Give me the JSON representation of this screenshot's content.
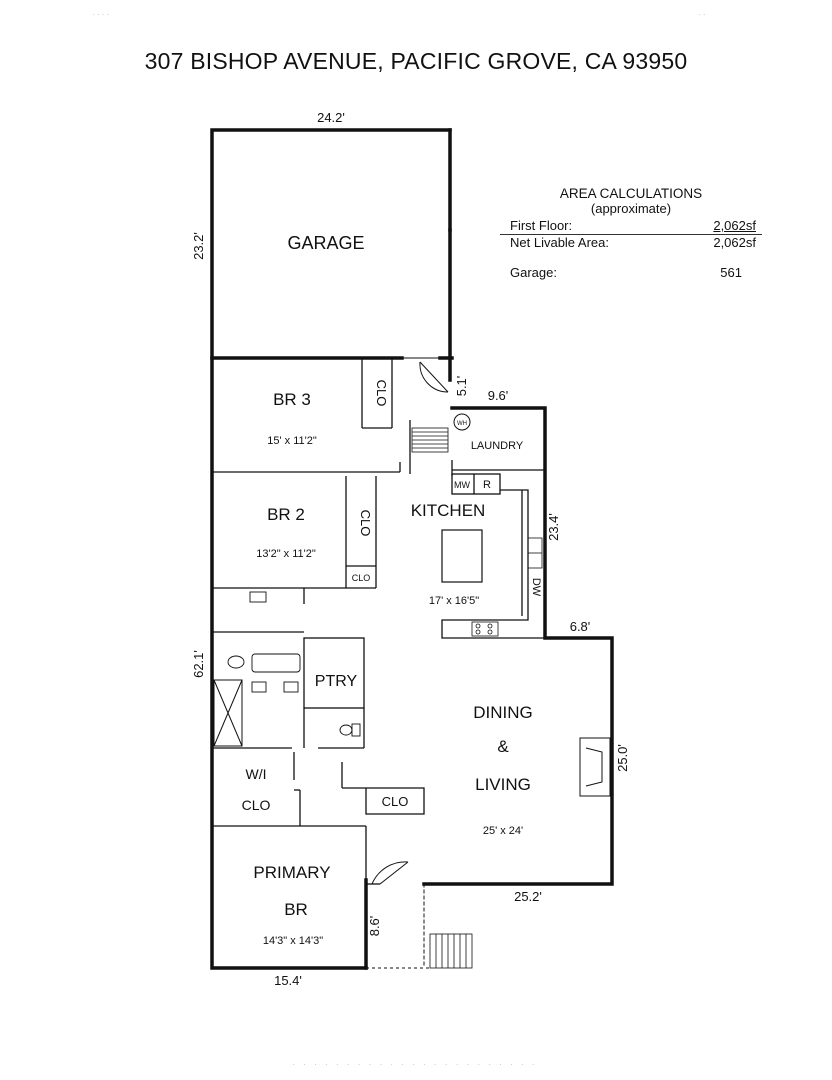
{
  "header": {
    "title": "307 BISHOP AVENUE, PACIFIC GROVE, CA  93950"
  },
  "area_calculations": {
    "heading": "AREA CALCULATIONS",
    "subheading": "(approximate)",
    "rows": [
      {
        "label": "First  Floor:",
        "value": "2,062sf"
      },
      {
        "label": "Net Livable Area:",
        "value": "2,062sf"
      },
      {
        "label": "Garage:",
        "value": "561"
      }
    ]
  },
  "rooms": {
    "garage": "GARAGE",
    "br3": "BR 3",
    "br3_size": "15' x 11'2\"",
    "br2": "BR 2",
    "br2_size": "13'2\" x 11'2\"",
    "kitchen": "KITCHEN",
    "kitchen_size": "17' x 16'5\"",
    "laundry": "LAUNDRY",
    "ptry": "PTRY",
    "dining": "DINING",
    "amp": "&",
    "living": "LIVING",
    "dining_size": "25' x 24'",
    "wi": "W/I",
    "clo": "CLO",
    "primary": "PRIMARY",
    "primary_br": "BR",
    "primary_size": "14'3\" x 14'3\"",
    "mw": "MW",
    "r": "R",
    "dw": "DW",
    "wh": "WH"
  },
  "dimensions": {
    "garage_width": "24.2'",
    "garage_depth": "23.2'",
    "overall_depth": "62.1'",
    "laundry_offset": "5.1'",
    "laundry_width": "9.6'",
    "kitchen_depth": "23.4'",
    "kitchen_step": "6.8'",
    "living_depth": "25.0'",
    "living_width": "25.2'",
    "primary_width": "15.4'",
    "entry_depth": "8.6'"
  }
}
